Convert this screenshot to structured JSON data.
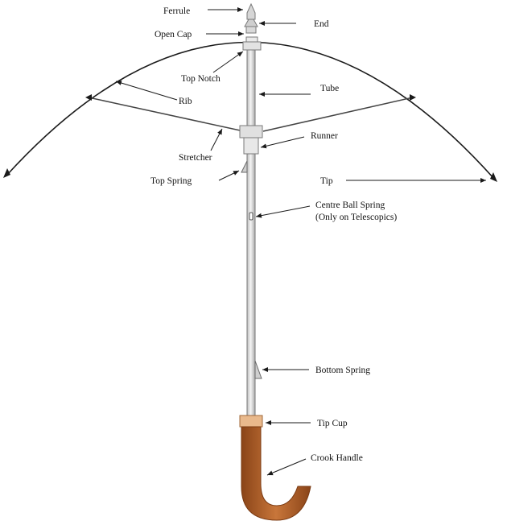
{
  "labels": {
    "ferrule": "Ferrule",
    "end": "End",
    "open_cap": "Open Cap",
    "top_notch": "Top Notch",
    "tube": "Tube",
    "rib": "Rib",
    "runner": "Runner",
    "stretcher": "Stretcher",
    "top_spring": "Top Spring",
    "tip": "Tip",
    "centre_ball_spring": "Centre Ball Spring",
    "centre_ball_spring_note": "(Only on Telescopics)",
    "bottom_spring": "Bottom Spring",
    "tip_cup": "Tip Cup",
    "crook_handle": "Crook Handle"
  },
  "colors": {
    "line": "#1a1a1a",
    "shaft": "#e4e4e4",
    "shaft_edge": "#7a7a7a",
    "handle": "#b5642a",
    "tip_cup": "#e9b98c"
  }
}
